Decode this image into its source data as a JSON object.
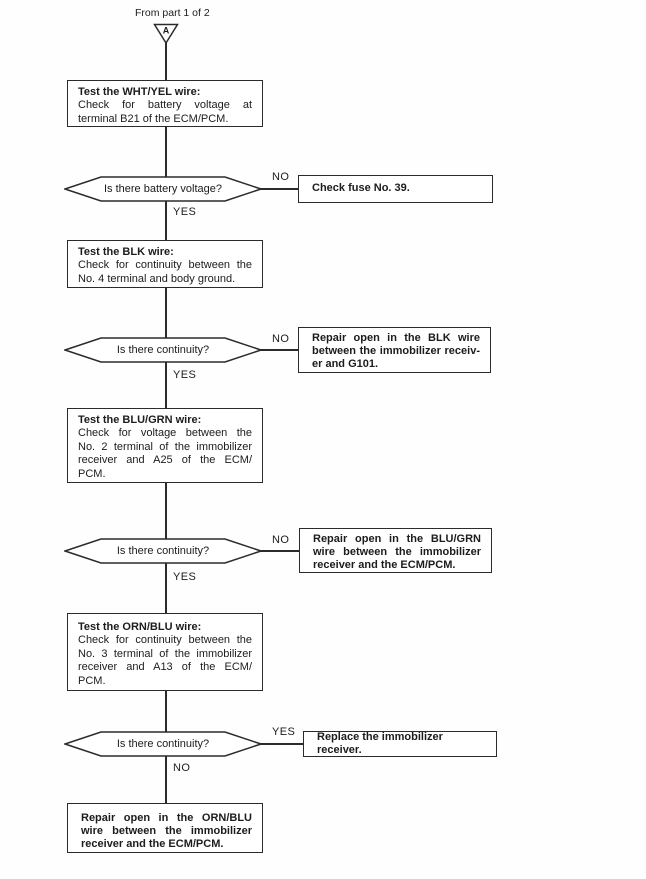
{
  "colors": {
    "ink": "#1c1c1c",
    "paper": "#fefefe"
  },
  "header": {
    "from_label": "From part 1 of 2",
    "connector_letter": "A"
  },
  "branch_labels": {
    "yes": "YES",
    "no": "NO"
  },
  "nodes": {
    "test_wht_yel": {
      "title": "Test the WHT/YEL wire:",
      "line1": "Check for battery voltage at",
      "line2": "terminal B21 of the ECM/PCM."
    },
    "q_battery_voltage": {
      "question": "Is there battery voltage?"
    },
    "check_fuse": {
      "text": "Check fuse No. 39."
    },
    "test_blk": {
      "title": "Test the BLK wire:",
      "line1": "Check for continuity between the",
      "line2": "No. 4 terminal and body ground."
    },
    "q_continuity_blk": {
      "question": "Is there continuity?"
    },
    "repair_blk": {
      "line1": "Repair open in the BLK wire",
      "line2": "between the immobilizer receiv-",
      "line3": "er and G101."
    },
    "test_blu_grn": {
      "title": "Test the BLU/GRN wire:",
      "line1": "Check for voltage between the",
      "line2": "No. 2 terminal of the immobilizer",
      "line3": "receiver and A25 of the ECM/",
      "line4": "PCM."
    },
    "q_continuity_blu_grn": {
      "question": "Is there continuity?"
    },
    "repair_blu_grn": {
      "line1": "Repair open in the BLU/GRN",
      "line2": "wire between the immobilizer",
      "line3": "receiver and the ECM/PCM."
    },
    "test_orn_blu": {
      "title": "Test the ORN/BLU wire:",
      "line1": "Check for continuity between the",
      "line2": "No. 3 terminal of the immobilizer",
      "line3": "receiver and A13 of the ECM/",
      "line4": "PCM."
    },
    "q_continuity_orn_blu": {
      "question": "Is there continuity?"
    },
    "replace_receiver": {
      "text": "Replace the immobilizer receiver."
    },
    "repair_orn_blu": {
      "line1": "Repair open in the ORN/BLU",
      "line2": "wire between the immobilizer",
      "line3": "receiver and the ECM/PCM."
    }
  }
}
